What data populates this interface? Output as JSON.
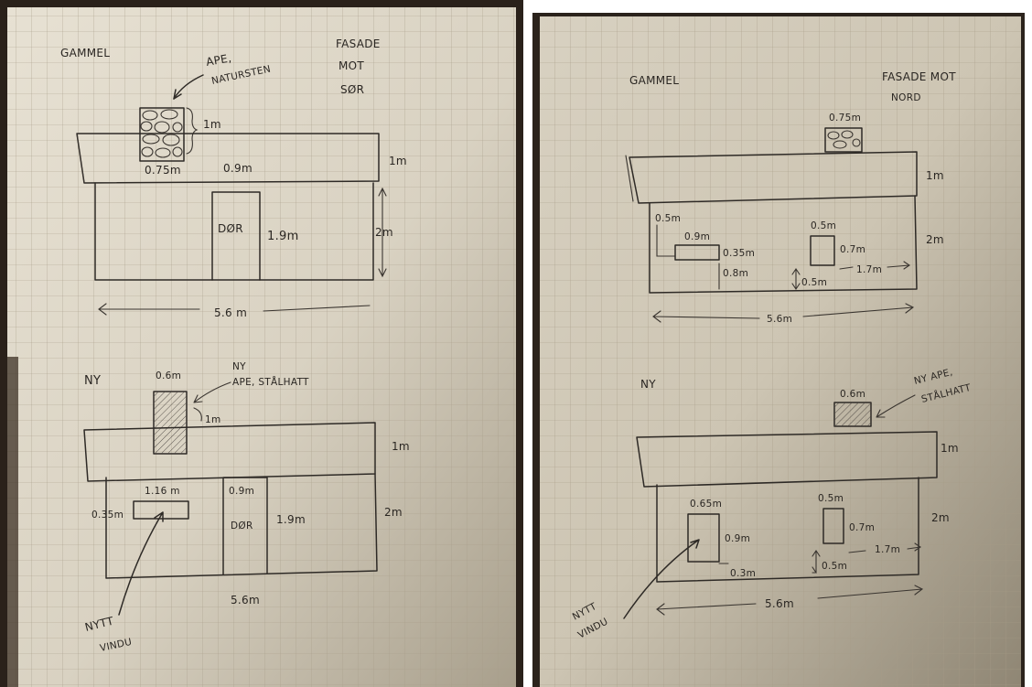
{
  "left_sheet": {
    "old": {
      "label": "GAMMEL",
      "title_lines": [
        "FASADE",
        "MOT",
        "SØR"
      ],
      "chimney_note_lines": [
        "APE,",
        "NATURSTEN"
      ],
      "chimney_height": "1m",
      "chimney_width": "0.75m",
      "roof_gap": "0.9m",
      "roof_height": "1m",
      "wall_height": "2m",
      "door_label": "DØR",
      "door_height": "1.9m",
      "total_width": "5.6 m"
    },
    "new": {
      "label": "NY",
      "chimney_width": "0.6m",
      "chimney_note_lines": [
        "NY",
        "APE, STÅLHATT"
      ],
      "chimney_height": "1m",
      "roof_height": "1m",
      "wall_height": "2m",
      "window_width": "1.16 m",
      "window_height": "0.35m",
      "door_width": "0.9m",
      "door_label": "DØR",
      "door_height": "1.9m",
      "total_width": "5.6m",
      "new_window_lines": [
        "NYTT",
        "VINDU"
      ]
    }
  },
  "right_sheet": {
    "old": {
      "label": "GAMMEL",
      "title_lines": [
        "FASADE MOT",
        "NORD"
      ],
      "chimney_width": "0.75m",
      "roof_height": "1m",
      "wall_height": "2m",
      "win1_offset": "0.5m",
      "win1_width": "0.9m",
      "win1_height": "0.35m",
      "win1_sill": "0.8m",
      "win2_width": "0.5m",
      "win2_height": "0.7m",
      "win2_sill": "0.5m",
      "win2_offset": "1.7m",
      "total_width": "5.6m"
    },
    "new": {
      "label": "NY",
      "chimney_width": "0.6m",
      "chimney_note_lines": [
        "NY APE,",
        "STÅLHATT"
      ],
      "roof_height": "1m",
      "wall_height": "2m",
      "win1_width": "0.65m",
      "win1_height": "0.9m",
      "win1_sill": "0.3m",
      "win2_width": "0.5m",
      "win2_height": "0.7m",
      "win2_sill": "0.5m",
      "win2_offset": "1.7m",
      "total_width": "5.6m",
      "new_window_lines": [
        "NYTT",
        "VINDU"
      ]
    }
  }
}
